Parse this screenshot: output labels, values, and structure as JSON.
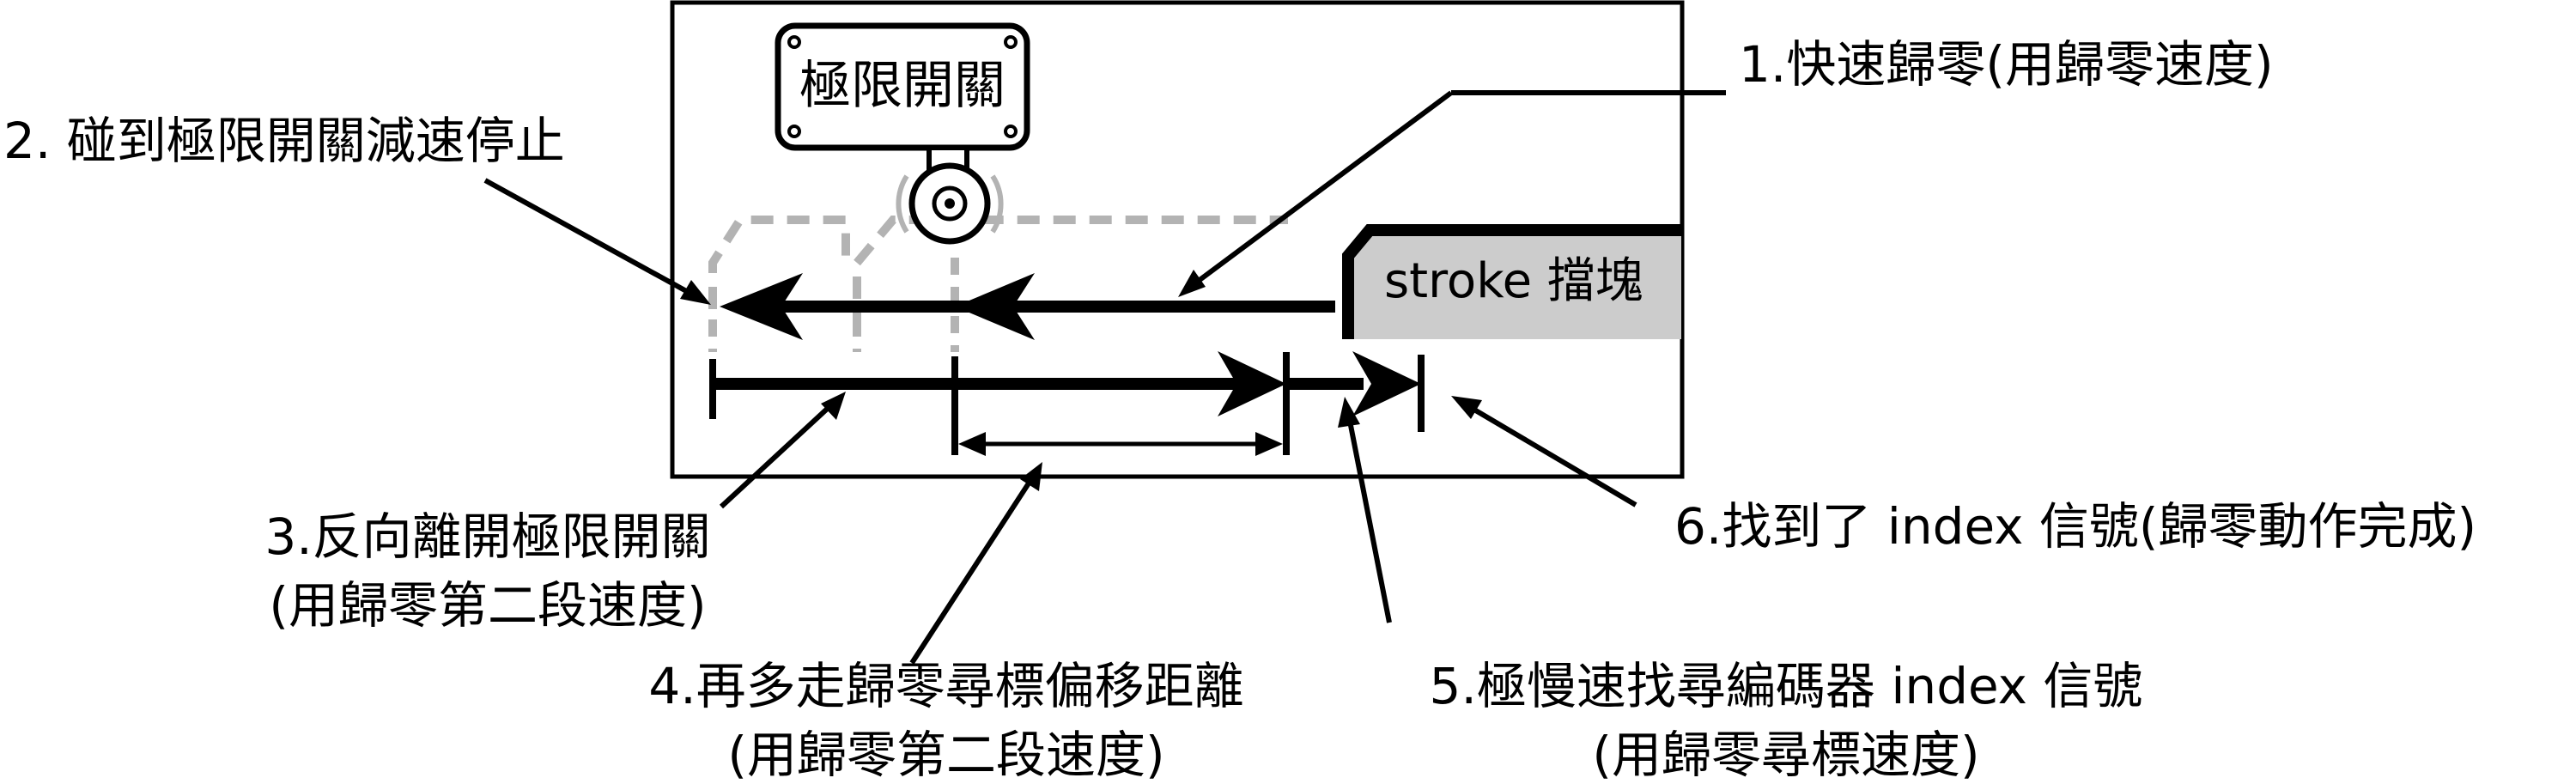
{
  "switch_label": "極限開關",
  "stroke_block_label": "stroke 擋塊",
  "steps": {
    "s1": {
      "text": "1.快速歸零(用歸零速度)"
    },
    "s2": {
      "text": "2. 碰到極限開關減速停止"
    },
    "s3": {
      "text": "3.反向離開極限開關",
      "sub": "(用歸零第二段速度)"
    },
    "s4": {
      "text": "4.再多走歸零尋標偏移距離",
      "sub": "(用歸零第二段速度)"
    },
    "s5": {
      "text": "5.極慢速找尋編碼器  index  信號",
      "sub": "(用歸零尋標速度)"
    },
    "s6": {
      "text": "6.找到了  index 信號(歸零動作完成)"
    }
  },
  "colors": {
    "line": "#000000",
    "dashed_path": "#b3b3b3",
    "stroke_block_fill": "#cccccc",
    "background": "#ffffff"
  }
}
